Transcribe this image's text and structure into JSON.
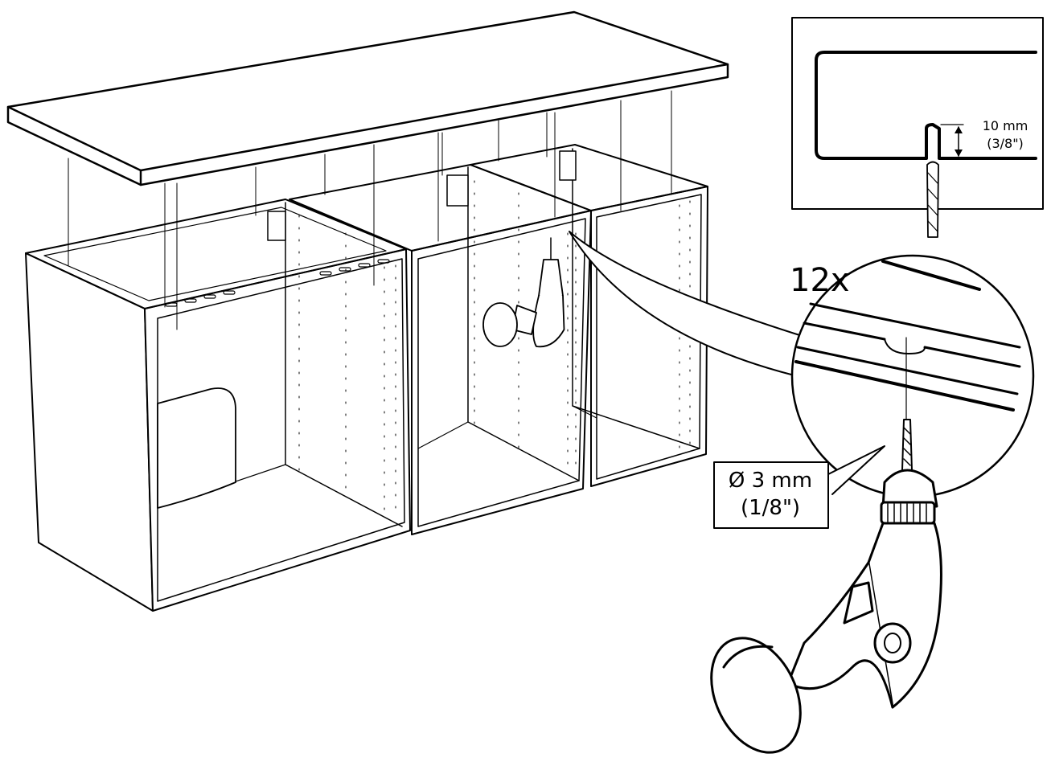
{
  "instruction": {
    "quantity": "12x",
    "drill_diameter_line1": "Ø 3 mm",
    "drill_diameter_line2": "(1/8\")",
    "depth_line1": "10 mm",
    "depth_line2": "(3/8\")"
  },
  "colors": {
    "ink": "#000000",
    "paper": "#ffffff"
  },
  "icons": [
    "worktop-icon",
    "cabinet-frame-icon",
    "drill-icon",
    "drill-bit-icon"
  ]
}
